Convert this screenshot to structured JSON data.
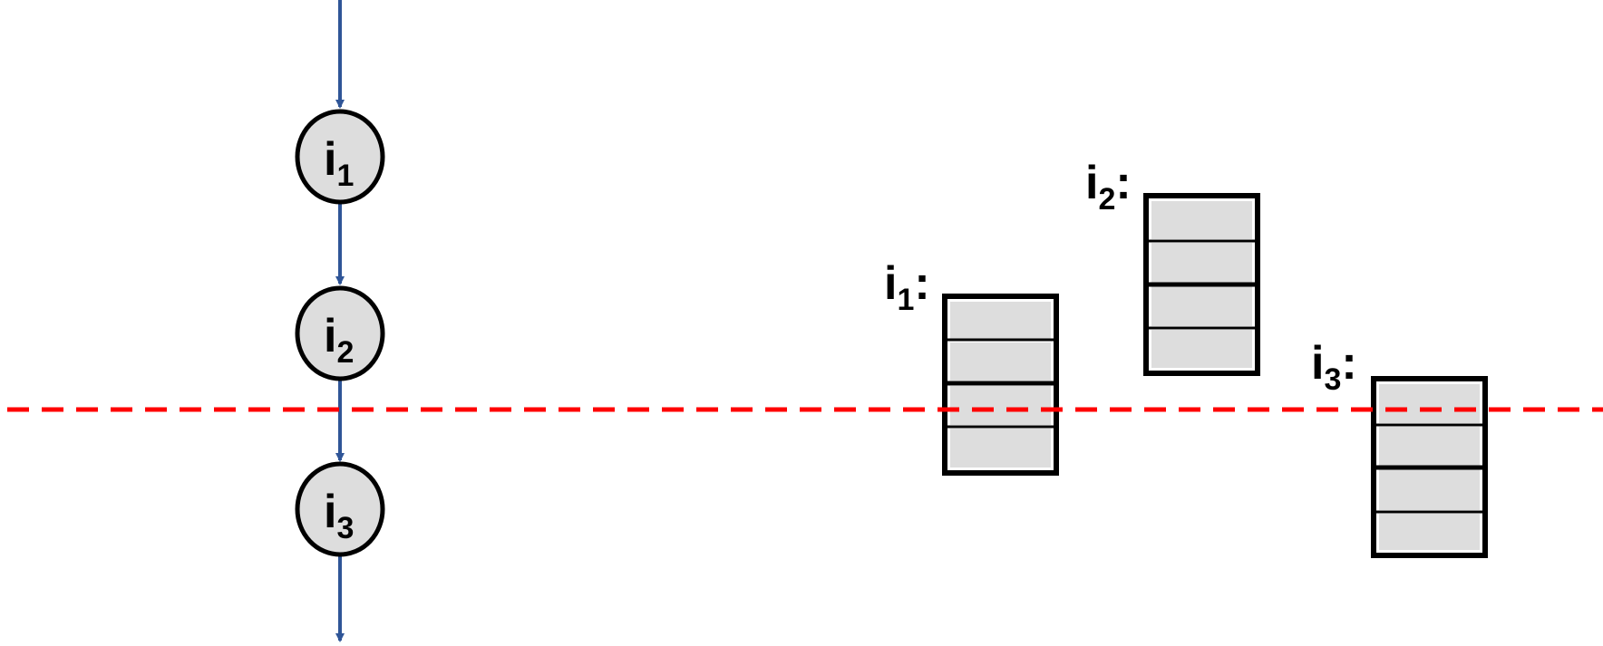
{
  "colors": {
    "flow_arrow": "#2F5597",
    "node_fill": "#DDDDDD",
    "node_stroke": "#000000",
    "cutoff_line": "#FF0000",
    "block_fill": "#DDDDDD",
    "block_stroke": "#000000"
  },
  "flow_nodes": [
    {
      "id": "i1",
      "letter": "i",
      "sub": "1"
    },
    {
      "id": "i2",
      "letter": "i",
      "sub": "2"
    },
    {
      "id": "i3",
      "letter": "i",
      "sub": "3"
    }
  ],
  "blocks": [
    {
      "id": "i1",
      "letter": "i",
      "sub": "1",
      "suffix": ":",
      "rows": 4
    },
    {
      "id": "i2",
      "letter": "i",
      "sub": "2",
      "suffix": ":",
      "rows": 4
    },
    {
      "id": "i3",
      "letter": "i",
      "sub": "3",
      "suffix": ":",
      "rows": 4
    }
  ]
}
